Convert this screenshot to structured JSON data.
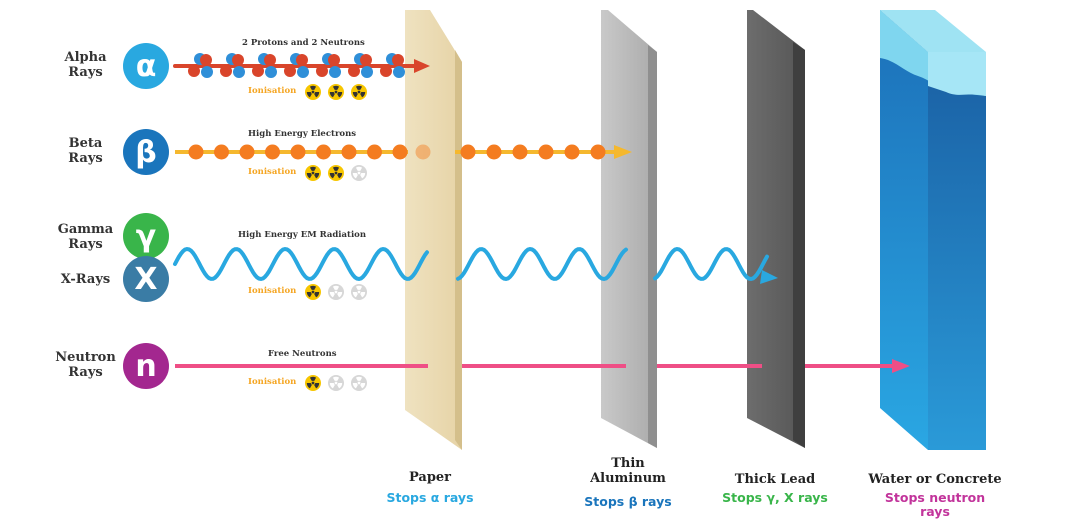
{
  "radiations": [
    {
      "label_line1": "Alpha",
      "label_line2": "Rays",
      "symbol": "α",
      "color": "#29a8e0",
      "caption": "2 Protons and 2 Neutrons",
      "ionisation_label": "Ionisation",
      "ionisation_level": 3
    },
    {
      "label_line1": "Beta",
      "label_line2": "Rays",
      "symbol": "β",
      "color": "#1a75bc",
      "caption": "High Energy Electrons",
      "ionisation_label": "Ionisation",
      "ionisation_level": 2
    },
    {
      "label_line1": "Gamma",
      "label_line2": "Rays",
      "symbol": "γ",
      "color": "#39b54a",
      "caption": "High Energy EM Radiation",
      "ionisation_label": "Ionisation",
      "ionisation_level": 1
    },
    {
      "label_line1": "X-Rays",
      "label_line2": "",
      "symbol": "X",
      "color": "#3a7ca5"
    },
    {
      "label_line1": "Neutron",
      "label_line2": "Rays",
      "symbol": "n",
      "color": "#a3278f",
      "caption": "Free Neutrons",
      "ionisation_label": "Ionisation",
      "ionisation_level": 1
    }
  ],
  "shields": [
    {
      "name_line1": "Paper",
      "name_line2": "",
      "stop_line1": "Stops α rays",
      "stop_line2": "",
      "stop_color": "#29a8e0"
    },
    {
      "name_line1": "Thin",
      "name_line2": "Aluminum",
      "stop_line1": "Stops β rays",
      "stop_line2": "",
      "stop_color": "#1a75bc"
    },
    {
      "name_line1": "Thick Lead",
      "name_line2": "",
      "stop_line1": "Stops γ, X rays",
      "stop_line2": "",
      "stop_color": "#39b54a"
    },
    {
      "name_line1": "Water or Concrete",
      "name_line2": "",
      "stop_line1": "Stops neutron",
      "stop_line2": "rays",
      "stop_color": "#c2349b"
    }
  ],
  "colors": {
    "alpha_beam": "#d9452b",
    "alpha_proton": "#d9452b",
    "alpha_neutron": "#2f8fd8",
    "beta_beam": "#f5b82e",
    "beta_electron": "#f47c20",
    "gamma_wave": "#29a8e0",
    "neutron_beam": "#ef4f86",
    "ionisation_on": "#f7c600",
    "ionisation_off": "#d7d7d7"
  },
  "icons": {
    "ionisation": "radiation-hazard-icon"
  }
}
